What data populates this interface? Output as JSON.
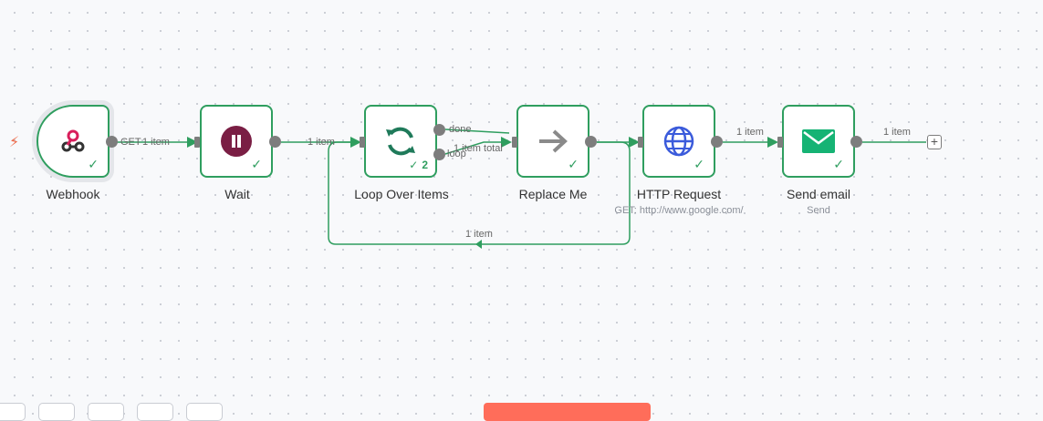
{
  "canvas": {
    "nodes": [
      {
        "id": "webhook",
        "label": "Webhook",
        "subtitle": "",
        "icon": "webhook-icon"
      },
      {
        "id": "wait",
        "label": "Wait",
        "subtitle": "",
        "icon": "pause-icon"
      },
      {
        "id": "loop",
        "label": "Loop Over Items",
        "subtitle": "",
        "icon": "refresh-icon",
        "run_count": "2"
      },
      {
        "id": "replace",
        "label": "Replace Me",
        "subtitle": "",
        "icon": "arrow-right-icon"
      },
      {
        "id": "http",
        "label": "HTTP Request",
        "subtitle": "GET: http://www.google.com/",
        "icon": "globe-icon"
      },
      {
        "id": "email",
        "label": "Send email",
        "subtitle": "Send",
        "icon": "mail-icon"
      }
    ],
    "edges": {
      "webhook_wait": "1 item",
      "webhook_method": "GET",
      "wait_loop": "1 item",
      "loop_done_label": "done",
      "loop_loop_label": "loop",
      "loop_replace": "1 item total",
      "replace_loop_back": "1 item",
      "http_email": "1 item",
      "email_out": "1 item"
    },
    "add_button": "+",
    "colors": {
      "success": "#2f9e5f",
      "trigger": "#ef6b4c",
      "wait": "#7a1e44",
      "loop": "#1f7a5a",
      "arrow": "#8a8a8a",
      "globe": "#3b5bdb",
      "mail": "#16b374",
      "execute": "#ff6d5a"
    }
  }
}
